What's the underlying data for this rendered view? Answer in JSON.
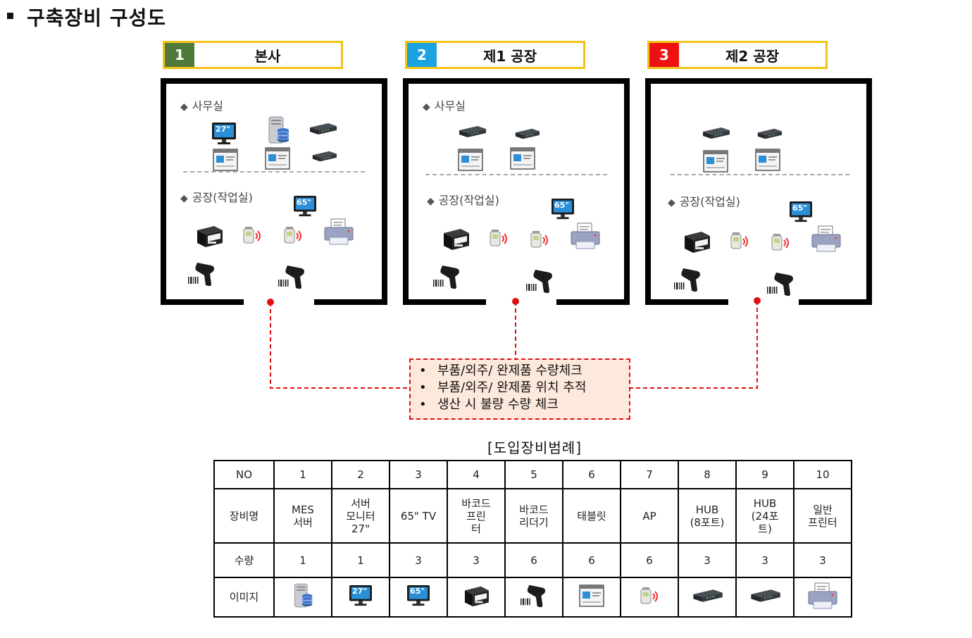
{
  "title": "구축장비 구성도",
  "sites": [
    {
      "num": "1",
      "name": "본사",
      "color": "#4f7a3a"
    },
    {
      "num": "2",
      "name": "제1 공장",
      "color": "#1aa3e0"
    },
    {
      "num": "3",
      "name": "제2 공장",
      "color": "#ee1111"
    }
  ],
  "sections": {
    "office": "사무실",
    "factory": "공장(작업실)"
  },
  "monitor_27_label": "27\"",
  "tv_65_label": "65\"",
  "note_lines": [
    "부품/외주/ 완제품 수량체크",
    "부품/외주/ 완제품 위치 추적",
    "생산 시 불량 수량 체크"
  ],
  "note_bullet": "•",
  "legend": {
    "title": "[도입장비범례]",
    "row_labels": [
      "NO",
      "장비명",
      "수량",
      "이미지"
    ],
    "columns": [
      {
        "no": "1",
        "name": "MES\n서버",
        "qty": "1",
        "icon": "server-icon"
      },
      {
        "no": "2",
        "name": "서버\n모니터\n27\"",
        "qty": "1",
        "icon": "monitor-27-icon"
      },
      {
        "no": "3",
        "name": "65\" TV",
        "qty": "3",
        "icon": "tv-65-icon"
      },
      {
        "no": "4",
        "name": "바코드\n프린\n터",
        "qty": "3",
        "icon": "barcode-printer-icon"
      },
      {
        "no": "5",
        "name": "바코드\n리더기",
        "qty": "6",
        "icon": "barcode-reader-icon"
      },
      {
        "no": "6",
        "name": "태블릿",
        "qty": "6",
        "icon": "tablet-icon"
      },
      {
        "no": "7",
        "name": "AP",
        "qty": "6",
        "icon": "access-point-icon"
      },
      {
        "no": "8",
        "name": "HUB\n(8포트)",
        "qty": "3",
        "icon": "hub-icon"
      },
      {
        "no": "9",
        "name": "HUB\n(24포\n트)",
        "qty": "3",
        "icon": "hub-icon"
      },
      {
        "no": "10",
        "name": "일반\n프린터",
        "qty": "3",
        "icon": "printer-icon"
      }
    ]
  },
  "colors": {
    "header_border": "#f2c316",
    "connector": "#e01010",
    "note_bg": "#fde9dc"
  }
}
